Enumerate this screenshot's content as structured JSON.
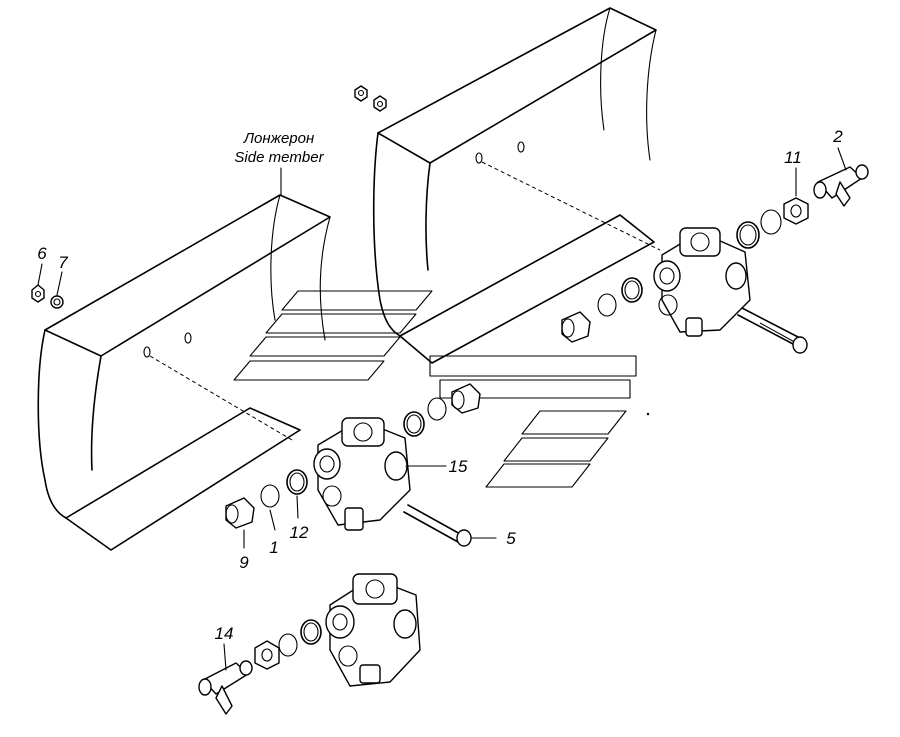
{
  "caption": {
    "line1": "Лонжерон",
    "line2": "Side member"
  },
  "callouts": [
    "1",
    "2",
    "5",
    "6",
    "7",
    "9",
    "11",
    "12",
    "14",
    "15"
  ]
}
